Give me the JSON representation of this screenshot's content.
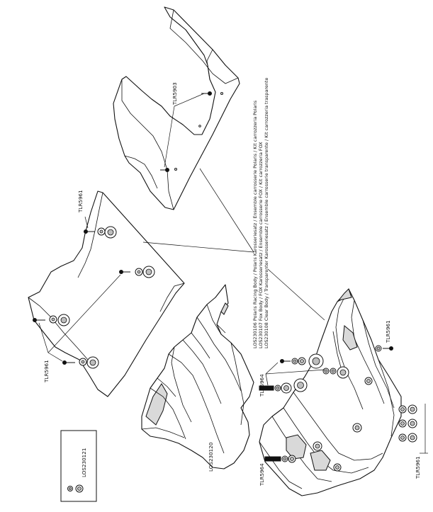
{
  "labels": {
    "tlr5903": "TLR5903",
    "tlr5961_top": "TLR5961",
    "tlr5961_left": "TLR5961",
    "tlr5961_right": "TLR5961",
    "tlr5961_bottom": "TLR5961",
    "tlr5964_upper": "TLR5964",
    "tlr5964_lower": "TLR5964",
    "los230120": "LOS230120",
    "los230121": "LOS230121"
  },
  "body_kits": [
    "LOS230106 Polaris Racing Body / Polaris Karosseriesatz / Ensemble carrosserie Polaris / Kit carrozzeria Polaris",
    "LOS230107 Fox Body / FOX Karosseriesatz / Ensemble carrosserie FOX / Kit carrozzeria FOX",
    "LOS230108 Clear Body / Transparenter Karosseriesatz / Ensemble carrosserie transparente / Kit carrozzeria trasparente"
  ]
}
